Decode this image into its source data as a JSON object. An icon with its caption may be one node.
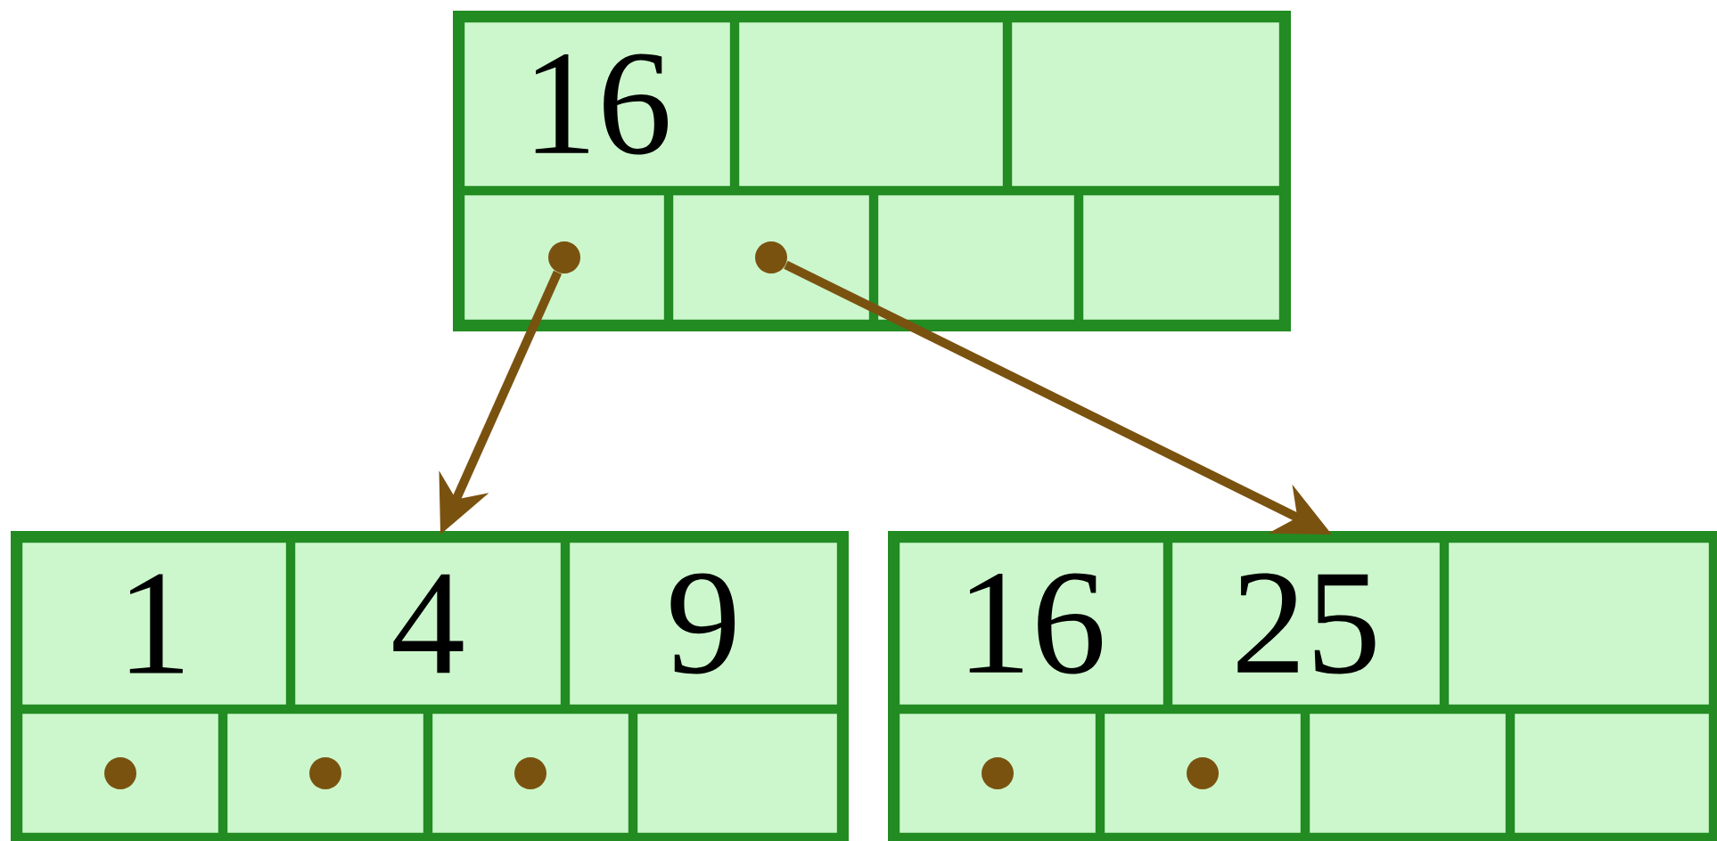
{
  "diagram": {
    "nodes": [
      {
        "text": [],
        "shape": "box"
      },
      {
        "text": [
          "16"
        ],
        "in": 0
      },
      {
        "text": [],
        "shape": "box",
        "in": 0
      },
      {
        "text": [],
        "shape": "box",
        "in": 0
      },
      {
        "text": [],
        "shape": "box",
        "in": 0
      },
      {
        "text": [],
        "shape": "circle",
        "in": 4
      },
      {
        "text": [],
        "shape": "box",
        "in": 0
      },
      {
        "text": [],
        "shape": "circle",
        "in": 6
      },
      {
        "text": [],
        "shape": "box",
        "in": 0
      },
      {
        "text": [],
        "shape": "box",
        "in": 0
      },
      {
        "text": [],
        "shape": "box"
      },
      {
        "text": [
          "1"
        ],
        "in": 10
      },
      {
        "text": [
          "4"
        ],
        "in": 10
      },
      {
        "text": [
          "9"
        ],
        "in": 10
      },
      {
        "text": [],
        "shape": "box",
        "in": 10
      },
      {
        "text": [],
        "shape": "circle",
        "in": 14
      },
      {
        "text": [],
        "shape": "box",
        "in": 10
      },
      {
        "text": [],
        "shape": "circle",
        "in": 16
      },
      {
        "text": [],
        "shape": "box",
        "in": 10
      },
      {
        "text": [],
        "shape": "circle",
        "in": 18
      },
      {
        "text": [],
        "shape": "box",
        "in": 10
      },
      {
        "text": [],
        "shape": "box"
      },
      {
        "text": [
          "16"
        ],
        "in": 21
      },
      {
        "text": [
          "25"
        ],
        "in": 21
      },
      {
        "text": [],
        "shape": "box",
        "in": 21
      },
      {
        "text": [],
        "shape": "box",
        "in": 21
      },
      {
        "text": [],
        "shape": "circle",
        "in": 25
      },
      {
        "text": [],
        "shape": "box",
        "in": 21
      },
      {
        "text": [],
        "shape": "circle",
        "in": 27
      },
      {
        "text": [],
        "shape": "box",
        "in": 21
      },
      {
        "text": [],
        "shape": "box",
        "in": 21
      }
    ],
    "edges": [
      {
        "from": 5,
        "to": 10,
        "arrow": "to"
      },
      {
        "from": 7,
        "to": 21,
        "arrow": "to"
      }
    ]
  }
}
